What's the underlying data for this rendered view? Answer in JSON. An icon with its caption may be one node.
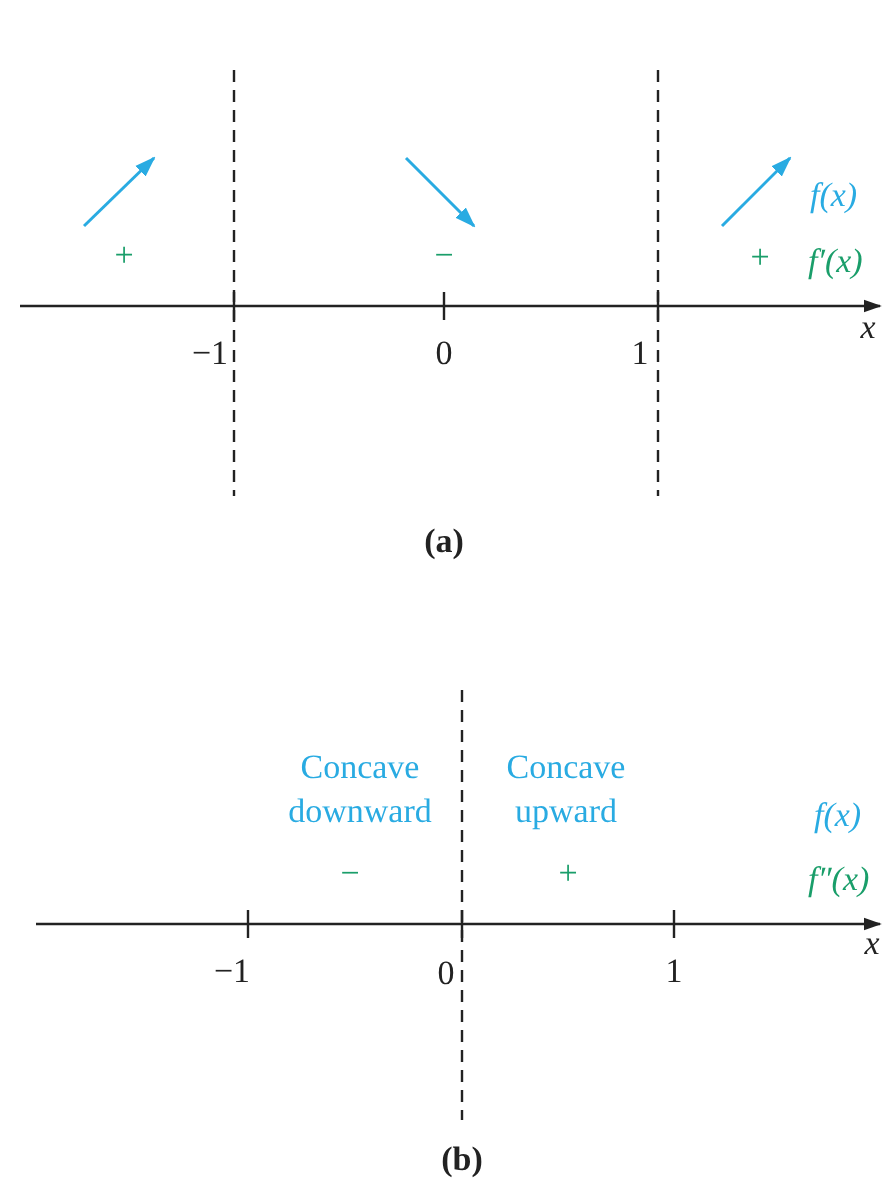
{
  "diagram": {
    "labels": [
      "f(x)",
      "+",
      "−",
      "+",
      "f′(x)",
      "x",
      "−1",
      "0",
      "1",
      "(a)",
      "Concave downward",
      "Concave upward",
      "f(x)",
      "−",
      "+",
      "f″(x)",
      "x",
      "−1",
      "0",
      "1",
      "(b)"
    ]
  }
}
